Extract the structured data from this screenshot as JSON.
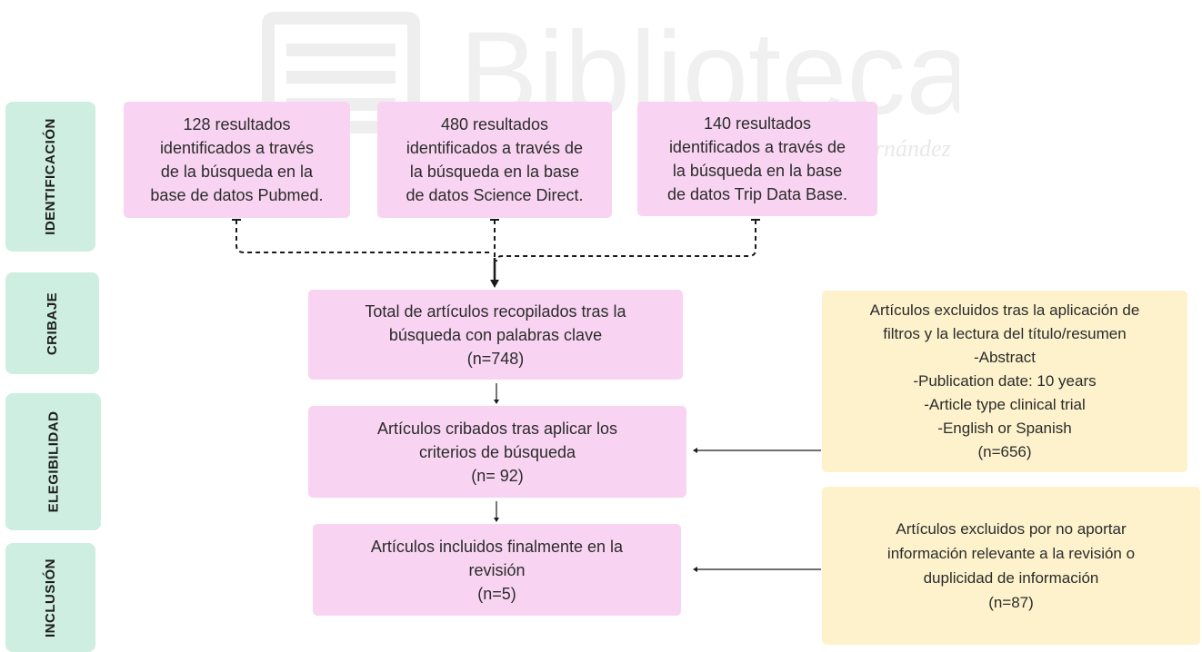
{
  "watermark": {
    "text": "Biblioteca",
    "subtext": "Universitas Miguel Hernández"
  },
  "stages": [
    {
      "id": "identificacion",
      "label": "IDENTIFICACIÓN"
    },
    {
      "id": "cribaje",
      "label": "CRIBAJE"
    },
    {
      "id": "elegibilidad",
      "label": "ELEGIBILIDAD"
    },
    {
      "id": "inclusion",
      "label": "INCLUSIÓN"
    }
  ],
  "sources": [
    {
      "text": "128 resultados\nidentificados a través\nde la búsqueda en la\nbase de datos Pubmed."
    },
    {
      "text": "480 resultados\nidentificados a través de\nla búsqueda en la base\nde datos Science Direct."
    },
    {
      "text": "140 resultados\nidentificados a través de\nla búsqueda en la base\nde datos Trip Data Base."
    }
  ],
  "flow": {
    "total": {
      "text": "Total de artículos recopilados tras la\nbúsqueda con palabras clave\n(n=748)"
    },
    "screened": {
      "text": "Artículos cribados tras aplicar los\ncriterios de búsqueda\n(n= 92)"
    },
    "included": {
      "text": "Artículos incluidos finalmente en la\nrevisión\n(n=5)"
    }
  },
  "exclusions": {
    "filters": {
      "text": "Artículos excluidos tras la aplicación de\nfiltros y la lectura del título/resumen\n-Abstract\n-Publication date: 10 years\n-Article type clinical trial\n-English or Spanish\n(n=656)"
    },
    "relevance": {
      "text": "Artículos excluidos por no aportar\ninformación relevante a la revisión o\nduplicidad de información\n(n=87)"
    }
  },
  "colors": {
    "stage_bg": "#cdeee0",
    "flow_box_bg": "#f8d4f2",
    "exclusion_box_bg": "#fdf2cc",
    "connector": "#1a1a1a"
  }
}
